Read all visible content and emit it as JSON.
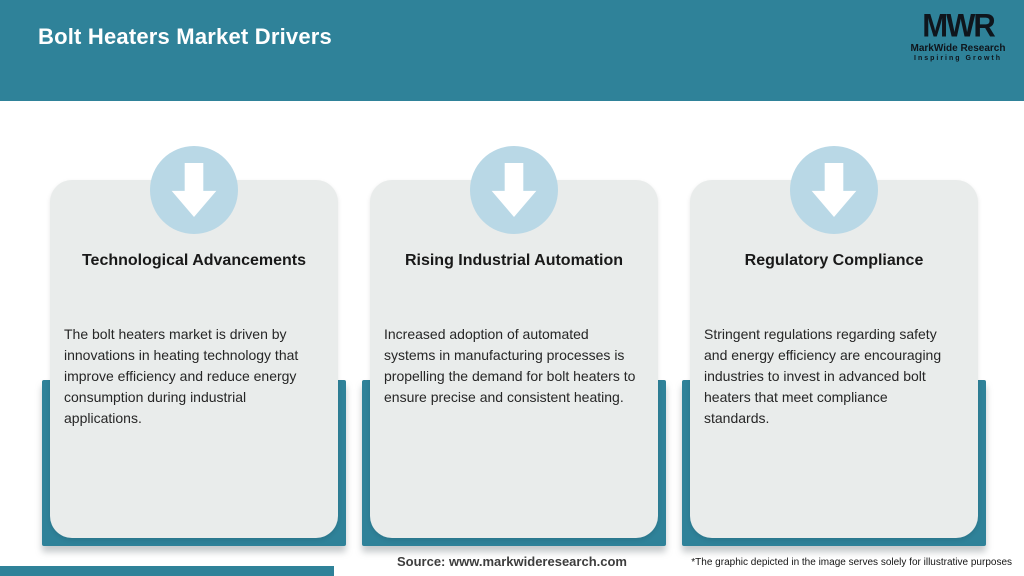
{
  "header": {
    "title": "Bolt Heaters Market Drivers"
  },
  "logo": {
    "acronym": "MWR",
    "name": "MarkWide Research",
    "tagline": "Inspiring Growth"
  },
  "cards": [
    {
      "icon": "arrow-down-icon",
      "title": "Technological Advancements",
      "body": "The bolt heaters market is driven by innovations in heating technology that improve efficiency and reduce energy consumption during industrial applications."
    },
    {
      "icon": "arrow-down-icon",
      "title": "Rising Industrial Automation",
      "body": "Increased adoption of automated systems in manufacturing processes is propelling the demand for bolt heaters to ensure precise and consistent heating."
    },
    {
      "icon": "arrow-down-icon",
      "title": "Regulatory Compliance",
      "body": "Stringent regulations regarding safety and energy efficiency are encouraging industries to invest in advanced bolt heaters that meet compliance standards."
    }
  ],
  "footer": {
    "source": "Source: www.markwideresearch.com",
    "disclaimer": "*The graphic depicted in the image serves solely for illustrative purposes"
  },
  "colors": {
    "teal": "#2f8299",
    "icon_circle": "#b9d8e6",
    "card_bg": "#e9eceb",
    "header_text": "#ffffff",
    "logo_text": "#0f151c"
  }
}
